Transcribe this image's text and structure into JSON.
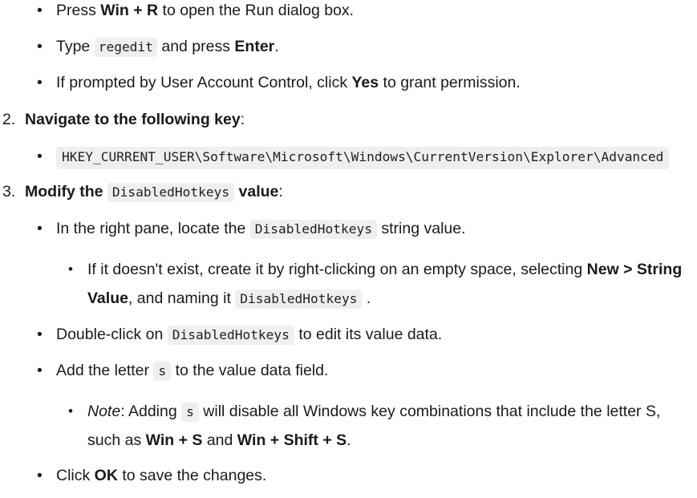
{
  "document": {
    "type": "instruction-list",
    "title_visible": false,
    "background_color": "#ffffff",
    "text_color": "#1a1a1a",
    "code_background_color": "#efefef"
  },
  "steps": [
    {
      "marker": "",
      "sub_bullets": [
        {
          "level": 1,
          "segments": [
            {
              "kind": "text",
              "text": "Press "
            },
            {
              "kind": "bold",
              "text": "Win + R"
            },
            {
              "kind": "text",
              "text": " to open the Run dialog box."
            }
          ],
          "plain": "Press Win + R to open the Run dialog box."
        },
        {
          "level": 1,
          "segments": [
            {
              "kind": "text",
              "text": "Type "
            },
            {
              "kind": "code",
              "text": "regedit"
            },
            {
              "kind": "text",
              "text": " and press "
            },
            {
              "kind": "bold",
              "text": "Enter"
            },
            {
              "kind": "text",
              "text": "."
            }
          ],
          "plain": "Type regedit and press Enter."
        },
        {
          "level": 1,
          "segments": [
            {
              "kind": "text",
              "text": "If prompted by User Account Control, click "
            },
            {
              "kind": "bold",
              "text": "Yes"
            },
            {
              "kind": "text",
              "text": " to grant permission."
            }
          ],
          "plain": "If prompted by User Account Control, click Yes to grant permission."
        }
      ]
    },
    {
      "marker": "2.",
      "title": "Navigate to the following key",
      "title_suffix": ":",
      "sub_bullets": [
        {
          "level": 1,
          "code_block": "HKEY_CURRENT_USER\\Software\\Microsoft\\Windows\\CurrentVersion\\Explorer\\Advanced"
        }
      ]
    },
    {
      "marker": "3.",
      "title_prefix": "Modify the ",
      "title_code": "DisabledHotkeys",
      "title_suffix_bold": " value",
      "title_suffix": ":",
      "sub_bullets": [
        {
          "level": 1,
          "plain": "In the right pane, locate the DisabledHotkeys string value."
        },
        {
          "level": 2,
          "plain": "If it doesn't exist, create it by right-clicking on an empty space, selecting New > String Value, and naming it DisabledHotkeys ."
        },
        {
          "level": 1,
          "plain": "Double-click on DisabledHotkeys to edit its value data."
        },
        {
          "level": 1,
          "plain": "Add the letter s to the value data field."
        },
        {
          "level": 2,
          "plain": "Note: Adding s will disable all Windows key combinations that include the letter S, such as Win + S and Win + Shift + S."
        },
        {
          "level": 1,
          "plain": "Click OK to save the changes."
        }
      ]
    }
  ],
  "lines": {
    "l1_a": "Press ",
    "l1_b": "Win + R",
    "l1_c": " to open the Run dialog box.",
    "l2_a": "Type ",
    "l2_code": "regedit",
    "l2_b": " and press ",
    "l2_c": "Enter",
    "l2_d": ".",
    "l3_a": "If prompted by User Account Control, click ",
    "l3_b": "Yes",
    "l3_c": " to grant permission.",
    "s2_marker": "2.",
    "s2_title": "Navigate to the following key",
    "s2_colon": ":",
    "key_path": "HKEY_CURRENT_USER\\Software\\Microsoft\\Windows\\CurrentVersion\\Explorer\\Advanced",
    "s3_marker": "3.",
    "s3_a": "Modify the ",
    "s3_code": "DisabledHotkeys",
    "s3_b": " value",
    "s3_colon": ":",
    "l4_a": "In the right pane, locate the ",
    "l4_code": "DisabledHotkeys",
    "l4_b": " string value.",
    "l5_a": "If it doesn't exist, create it by right-clicking on an empty space, selecting ",
    "l5_b": "New > String",
    "l5_c": "Value",
    "l5_d": ", and naming it ",
    "l5_code": "DisabledHotkeys",
    "l5_e": " .",
    "l6_a": "Double-click on ",
    "l6_code": "DisabledHotkeys",
    "l6_b": " to edit its value data.",
    "l7_a": "Add the letter ",
    "l7_code": "s",
    "l7_b": " to the value data field.",
    "l8_note": "Note",
    "l8_a": ": Adding ",
    "l8_code": "s",
    "l8_b": " will disable all Windows key combinations that include the letter S,",
    "l8_c": "such as ",
    "l8_d": "Win + S",
    "l8_e": " and ",
    "l8_f": "Win + Shift + S",
    "l8_g": ".",
    "l9_a": "Click ",
    "l9_b": "OK",
    "l9_c": " to save the changes."
  },
  "bullet_glyph": "•"
}
